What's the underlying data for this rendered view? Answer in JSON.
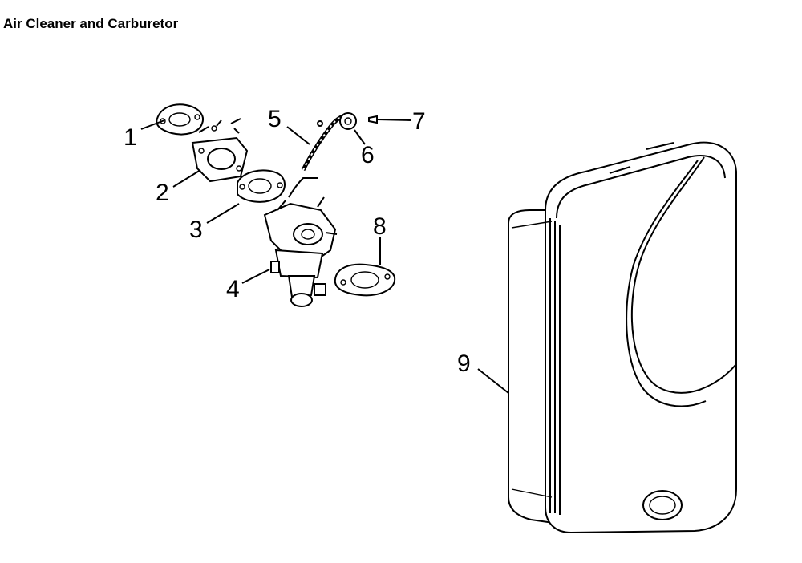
{
  "title": "Air Cleaner and Carburetor",
  "callouts": [
    {
      "num": "1",
      "part": "gasket-top"
    },
    {
      "num": "2",
      "part": "spacer-bracket"
    },
    {
      "num": "3",
      "part": "gasket-middle"
    },
    {
      "num": "4",
      "part": "carburetor"
    },
    {
      "num": "5",
      "part": "fuel-line"
    },
    {
      "num": "6",
      "part": "hose-clamp"
    },
    {
      "num": "7",
      "part": "screw"
    },
    {
      "num": "8",
      "part": "gasket-lower"
    },
    {
      "num": "9",
      "part": "air-cleaner-cover"
    }
  ]
}
